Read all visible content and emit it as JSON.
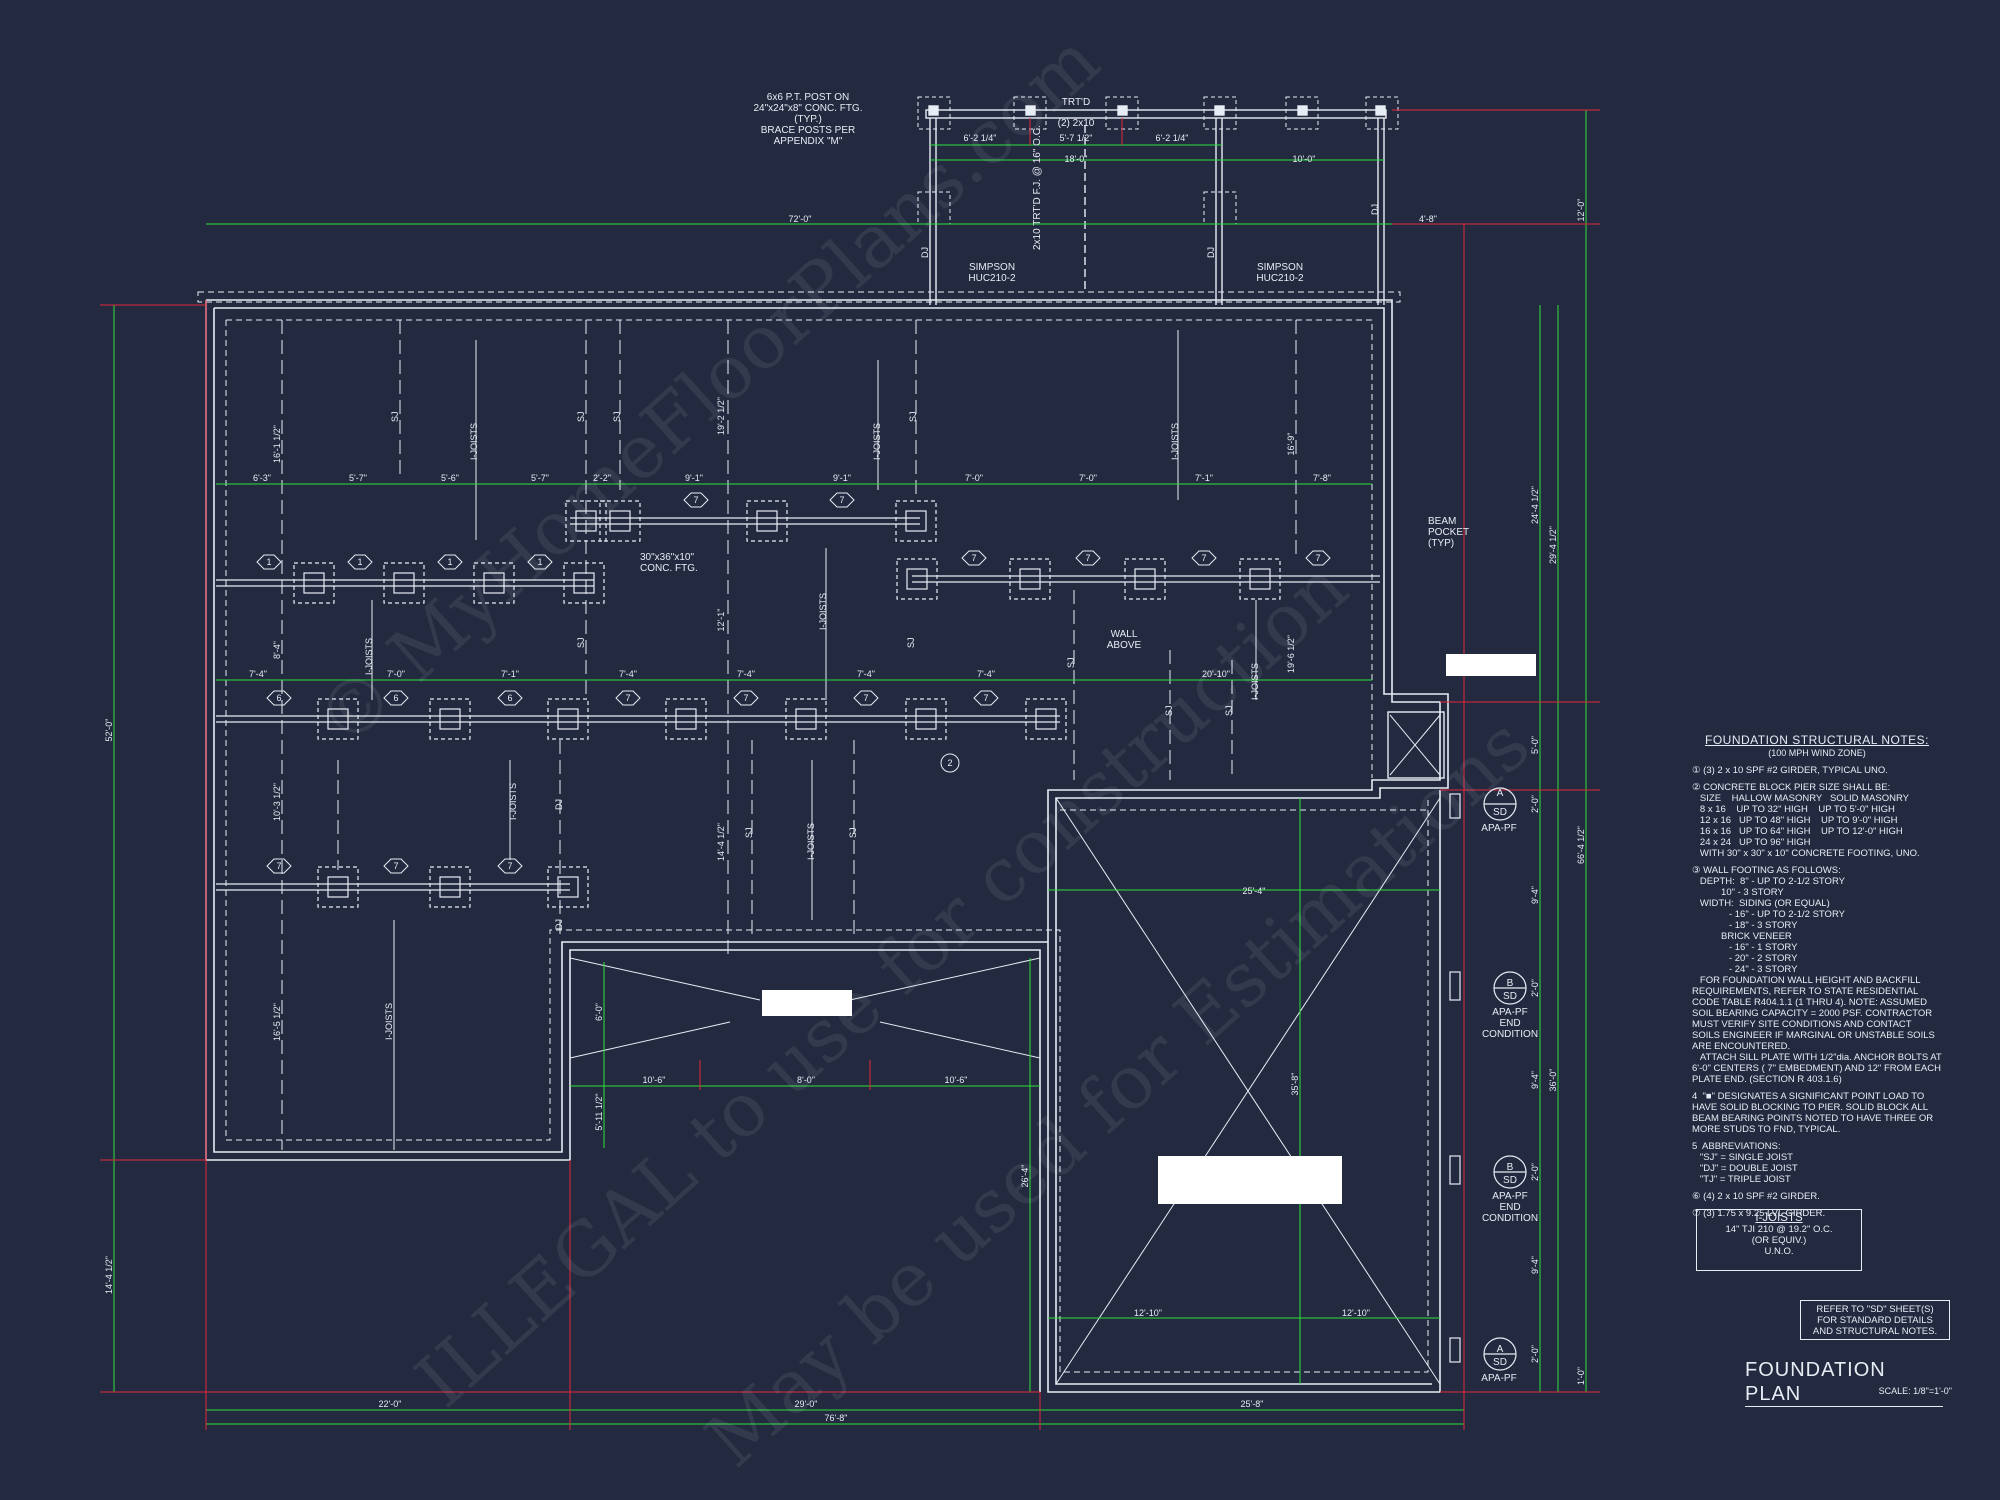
{
  "drawing": {
    "title": "FOUNDATION PLAN",
    "scale": "SCALE: 1/8\"=1'-0\""
  },
  "notes": {
    "heading": "FOUNDATION STRUCTURAL NOTES:",
    "subheading": "(100 MPH WIND ZONE)",
    "items": [
      "① (3) 2 x 10 SPF #2 GIRDER, TYPICAL UNO.",
      "② CONCRETE BLOCK PIER SIZE SHALL BE:\n   SIZE    HALLOW MASONRY   SOLID MASONRY\n   8 x 16    UP TO 32\" HIGH    UP TO 5'-0\" HIGH\n   12 x 16   UP TO 48\" HIGH    UP TO 9'-0\" HIGH\n   16 x 16   UP TO 64\" HIGH    UP TO 12'-0\" HIGH\n   24 x 24   UP TO 96\" HIGH\n   WITH 30\" x 30\" x 10\" CONCRETE FOOTING, UNO.",
      "③ WALL FOOTING AS FOLLOWS:\n   DEPTH:  8\" - UP TO 2-1/2 STORY\n           10\" - 3 STORY\n   WIDTH:  SIDING (OR EQUAL)\n              - 16\" - UP TO 2-1/2 STORY\n              - 18\" - 3 STORY\n           BRICK VENEER\n              - 16\" - 1 STORY\n              - 20\" - 2 STORY\n              - 24\" - 3 STORY\n   FOR FOUNDATION WALL HEIGHT AND BACKFILL REQUIREMENTS, REFER TO STATE RESIDENTIAL CODE TABLE R404.1.1 (1 THRU 4). NOTE: ASSUMED SOIL BEARING CAPACITY = 2000 PSF. CONTRACTOR MUST VERIFY SITE CONDITIONS AND CONTACT SOILS ENGINEER IF MARGINAL OR UNSTABLE SOILS ARE ENCOUNTERED.\n   ATTACH SILL PLATE WITH 1/2\"dia. ANCHOR BOLTS AT 6'-0\" CENTERS ( 7\" EMBEDMENT) AND 12\" FROM EACH PLATE END. (SECTION R 403.1.6)",
      "4  \"■\" DESIGNATES A SIGNIFICANT POINT LOAD TO HAVE SOLID BLOCKING TO PIER. SOLID BLOCK ALL BEAM BEARING POINTS NOTED TO HAVE THREE OR MORE STUDS TO FND, TYPICAL.",
      "5  ABBREVIATIONS:\n   \"SJ\" = SINGLE JOIST\n   \"DJ\" = DOUBLE JOIST\n   \"TJ\" = TRIPLE JOIST",
      "⑥ (4) 2 x 10 SPF #2 GIRDER.",
      "⑦ (3) 1.75 x 9.25 LVL GIRDER."
    ]
  },
  "joists_box": {
    "title": "I-JOISTS",
    "line1": "14\" TJI 210 @ 19.2\" O.C.",
    "line2": "(OR EQUIV.)",
    "line3": "U.N.O."
  },
  "ref_box": {
    "line1": "REFER TO \"SD\" SHEET(S)",
    "line2": "FOR STANDARD DETAILS",
    "line3": "AND STRUCTURAL NOTES."
  },
  "callouts": {
    "post_note": [
      "6x6 P.T. POST ON",
      "24\"x24\"x8\" CONC. FTG.",
      "(TYP.)",
      "BRACE POSTS PER",
      "APPENDIX \"M\""
    ],
    "trtd": "TRT'D",
    "two_2x10": "(2) 2x10",
    "simpson_left": [
      "SIMPSON",
      "HUC210-2"
    ],
    "simpson_right": [
      "SIMPSON",
      "HUC210-2"
    ],
    "deck_joist": "2x10 TRT'D F.J. @ 16\" O.C.",
    "beam_pocket": [
      "BEAM",
      "POCKET",
      "(TYP)"
    ],
    "conc_ftg": [
      "30\"x36\"x10\"",
      "CONC. FTG."
    ],
    "wall_above": [
      "WALL",
      "ABOVE"
    ],
    "apa_pf": "APA-PF",
    "apa_pf_end": [
      "APA-PF",
      "END",
      "CONDITION"
    ],
    "sd_a": "A",
    "sd_b": "B",
    "sd": "SD"
  },
  "joist_labels": {
    "ijoists": "I-JOISTS",
    "sj": "SJ",
    "dj": "DJ"
  },
  "tags": {
    "one": "1",
    "two": "2",
    "six": "6",
    "seven": "7"
  },
  "dimensions": {
    "top_deck": [
      "6'-2 1/4\"",
      "5'-7 1/2\"",
      "6'-2 1/4\"",
      "18'-0\"",
      "10'-0\""
    ],
    "overall_top": "72'-0\"",
    "overall_top_right": "4'-8\"",
    "bottom": [
      "22'-0\"",
      "29'-0\"",
      "25'-8\"",
      "76'-8\""
    ],
    "left_overall": "52'-0\"",
    "left_lower": "14'-4 1/2\"",
    "right_a": [
      "24'-4 1/2\"",
      "5'-0\"",
      "2'-0\"",
      "9'-4\"",
      "2'-0\"",
      "9'-4\"",
      "2'-0\"",
      "9'-4\"",
      "2'-0\""
    ],
    "right_b": [
      "29'-4 1/2\"",
      "36'-0\""
    ],
    "right_c": [
      "66'-4 1/2\"",
      "12'-0\"",
      "1'-0\""
    ],
    "girder_row1": [
      "6'-3\"",
      "5'-7\"",
      "5'-6\"",
      "5'-7\"",
      "2'-2\"",
      "9'-1\"",
      "9'-1\"",
      "7'-0\"",
      "7'-0\"",
      "7'-1\"",
      "7'-8\""
    ],
    "girder_row2": [
      "7'-4\"",
      "7'-0\"",
      "7'-1\"",
      "7'-4\"",
      "7'-4\"",
      "7'-4\"",
      "7'-4\"",
      "20'-10\""
    ],
    "vert_spans": [
      "16'-1 1/2\"",
      "19'-2 1/2\"",
      "16'-9\"",
      "8'-4\"",
      "12'-1\"",
      "19'-6 1/2\"",
      "10'-3 1/2\"",
      "14'-4 1/2\"",
      "16'-5 1/2\""
    ],
    "garage": [
      "25'-4\"",
      "35'-8\"",
      "26'-4\"",
      "12'-10\"",
      "12'-10\""
    ],
    "porch": [
      "10'-6\"",
      "8'-0\"",
      "10'-6\"",
      "6'-0\"",
      "5'-11 1/2\""
    ]
  },
  "watermarks": [
    "© MyHomeFloorPlans.com",
    "ILLEGAL to use for construction",
    "May be used for Estimations"
  ]
}
